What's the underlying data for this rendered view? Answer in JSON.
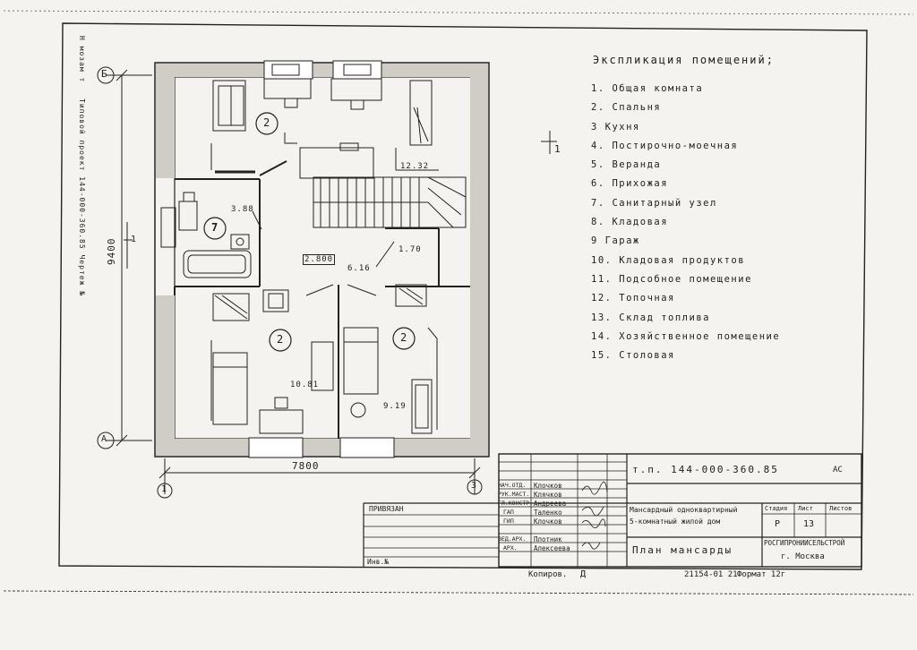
{
  "explication": {
    "title": "Экспликация помещений;",
    "items": [
      "1. Общая комната",
      "2. Спальня",
      "3 Кухня",
      "4. Постирочно-моечная",
      "5. Веранда",
      "6. Прихожая",
      "7. Санитарный узел",
      "8. Кладовая",
      "9 Гараж",
      "10. Кладовая продуктов",
      "11. Подсобное помещение",
      "12. Топочная",
      "13. Склад топлива",
      "14. Хозяйственное помещение",
      "15. Столовая"
    ]
  },
  "plan": {
    "axis_b": "Б",
    "axis_a": "А",
    "axis_1": "1",
    "axis_3": "3",
    "dim_horizontal": "7800",
    "dim_vertical": "9400",
    "section_mark": "1",
    "section_mark_left": "1",
    "room_num_bed_top": "2",
    "room_num_bath": "7",
    "room_num_bed_left": "2",
    "room_num_bed_right": "2",
    "area_1232": "12.32",
    "area_388": "3.88",
    "area_2800": "2.800",
    "area_616": "6.16",
    "area_170": "1.70",
    "area_1081": "10.81",
    "area_919": "9.19"
  },
  "side_text": {
    "line1": "Типовой проект 144-000-360.85 Чертеж №",
    "line2": "Н мозам т"
  },
  "title_block": {
    "code": "т.п.   144-000-360.85",
    "code_suffix": "АС",
    "binding_label": "ПРИВЯЗАН",
    "inv_label": "Инв.№",
    "roles": [
      "НАЧ.ОТД.",
      "РУК.МАСТ.",
      "ГЛ.КОНСТР.",
      "ГАП",
      "ГИП",
      "ВЕД.АРХ.",
      "АРХ."
    ],
    "names": [
      "Клочков",
      "Клячков",
      "Андреева",
      "Таленко",
      "Клочков",
      "Плотник",
      "Алексеева"
    ],
    "project_line1": "Мансардный одноквартирный",
    "project_line2": "5-комнатный жилой дом",
    "stage_label": "Стадия",
    "sheet_label": "Лист",
    "sheets_label": "Листов",
    "stage_value": "Р",
    "sheet_value": "13",
    "sheet_name": "План мансарды",
    "org_line1": "РОСГИПРОНИИСЕЛЬСТРОЙ",
    "org_line2": "г. Москва",
    "copied_label": "Копиров.",
    "copied_sign": "Д",
    "order": "21154-01 21",
    "format": "Формат 12г"
  }
}
